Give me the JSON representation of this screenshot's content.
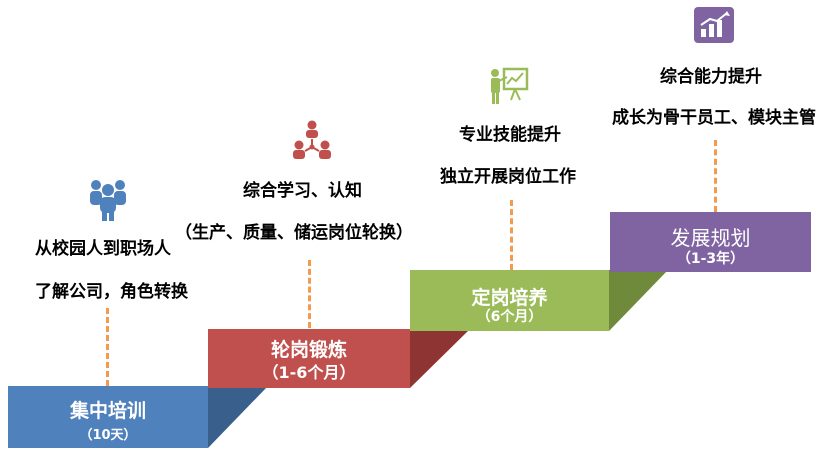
{
  "colors": {
    "step1": "#4f81bd",
    "step1_side": "#395f8c",
    "step2": "#c0504d",
    "step2_side": "#8e3432",
    "step3": "#9bbb59",
    "step3_side": "#6f8a3b",
    "step4": "#8064a2",
    "step4_side": "#5f4a7d",
    "dash": "#f39a4f"
  },
  "stages": [
    {
      "title": "集中培训",
      "duration": "（10天）",
      "icon": "people-group-icon",
      "desc_lines": [
        "从校园人到职场人",
        "了解公司，角色转换"
      ]
    },
    {
      "title": "轮岗锻炼",
      "duration": "（1-6个月）",
      "icon": "team-network-icon",
      "desc_lines": [
        "综合学习、认知",
        "（生产、质量、储运岗位轮换）"
      ]
    },
    {
      "title": "定岗培养",
      "duration": "（6个月）",
      "icon": "presenter-board-icon",
      "desc_lines": [
        "专业技能提升",
        "独立开展岗位工作"
      ]
    },
    {
      "title": "发展规划",
      "duration": "（1-3年）",
      "icon": "growth-chart-icon",
      "desc_lines": [
        "综合能力提升",
        "成长为骨干员工、模块主管"
      ]
    }
  ]
}
